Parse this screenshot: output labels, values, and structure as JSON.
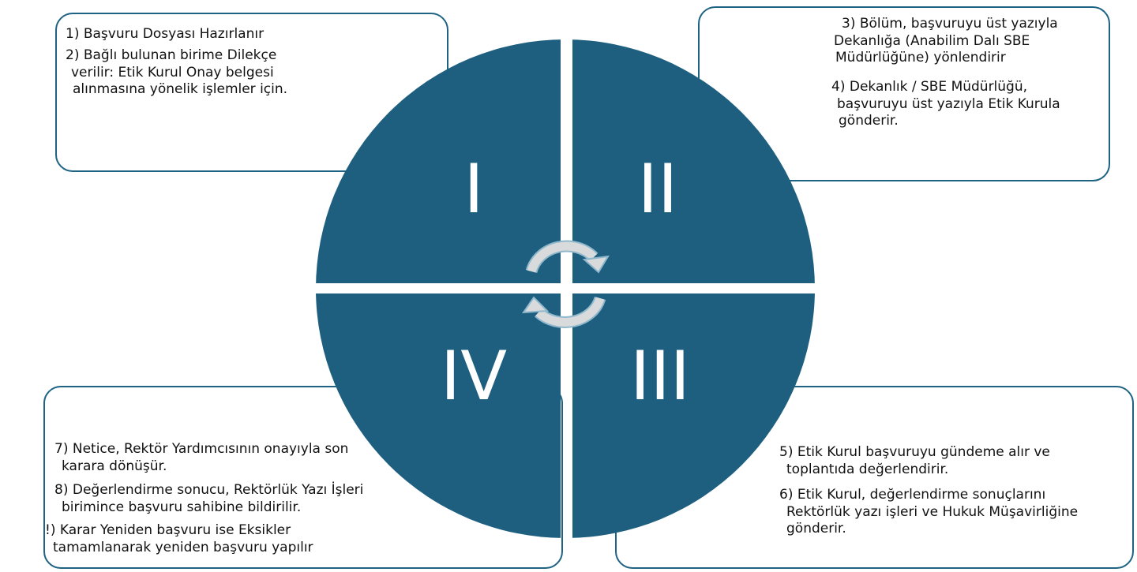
{
  "colors": {
    "quadrant": "#1e5f80",
    "box_border": "#1e6384",
    "arrow": "#d9dadb",
    "arrow_edge": "#8fb8cc"
  },
  "numerals": {
    "q1": "I",
    "q2": "II",
    "q3": "III",
    "q4": "IV"
  },
  "icons": {
    "cycle": "circular-arrows-icon"
  },
  "steps": {
    "s1": [
      "1) Başvuru Dosyası Hazırlanır"
    ],
    "s2": [
      "2) Bağlı bulunan birime Dilekçe",
      "verilir: Etik Kurul Onay belgesi",
      "alınmasına yönelik işlemler için."
    ],
    "s3": [
      "3) Bölüm, başvuruyu üst yazıyla",
      "Dekanlığa (Anabilim Dalı SBE",
      "Müdürlüğüne) yönlendirir"
    ],
    "s4": [
      "4) Dekanlık / SBE Müdürlüğü,",
      "başvuruyu üst yazıyla Etik Kurula",
      "gönderir."
    ],
    "s5": [
      "5) Etik Kurul başvuruyu gündeme alır ve",
      "toplantıda değerlendirir."
    ],
    "s6": [
      "6) Etik Kurul, değerlendirme sonuçlarını",
      "Rektörlük yazı işleri ve Hukuk Müşavirliğine",
      "gönderir."
    ],
    "s7": [
      "7) Netice, Rektör Yardımcısının onayıyla son",
      "karara dönüşür."
    ],
    "s8": [
      "8) Değerlendirme sonucu, Rektörlük Yazı İşleri",
      "birimince başvuru sahibine bildirilir."
    ],
    "s9": [
      "!) Karar Yeniden başvuru ise Eksikler",
      "tamamlanarak yeniden başvuru yapılır"
    ]
  }
}
